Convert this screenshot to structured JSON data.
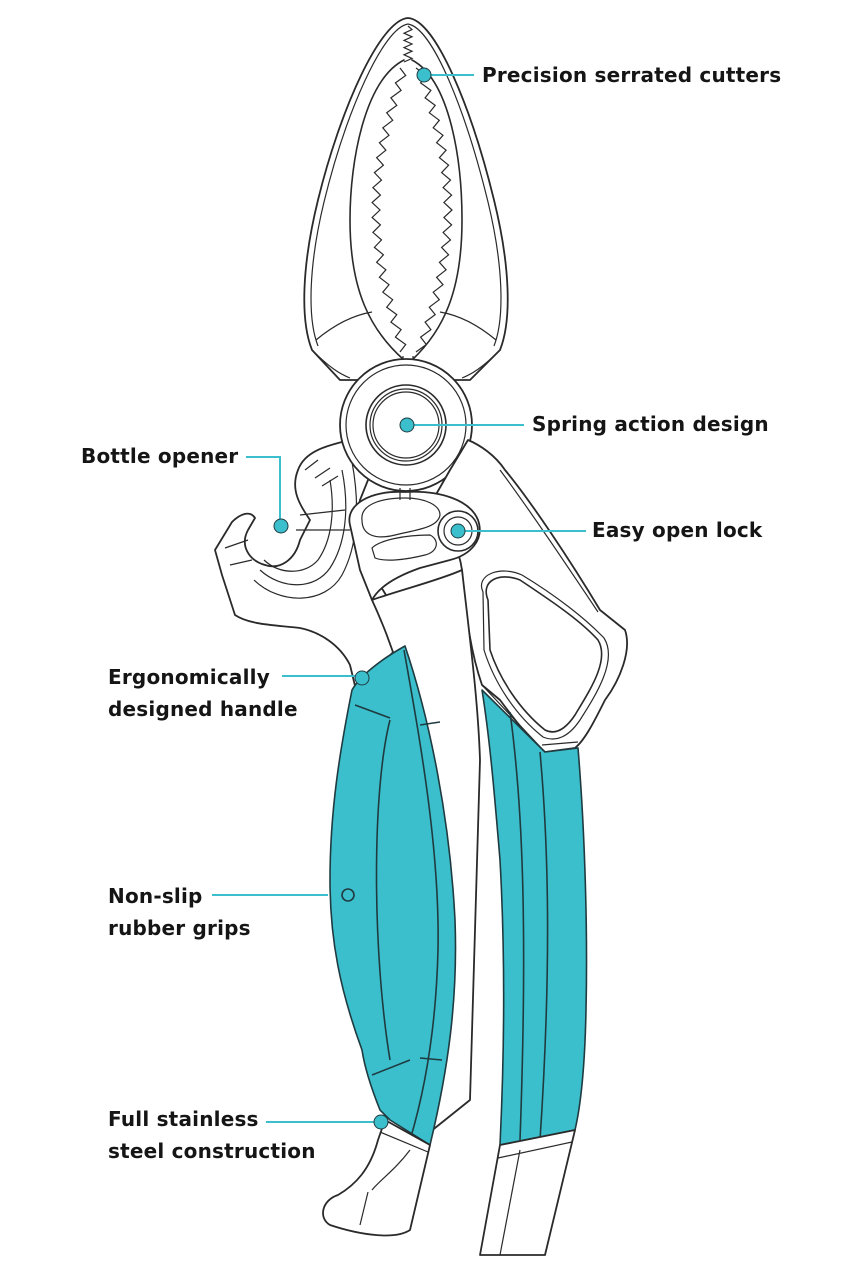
{
  "diagram": {
    "subject": "Multi-function shears with bottle opener",
    "accent_color": "#3bbfcc",
    "grip_color": "#3bbfcc",
    "line_color": "#2a2a2a",
    "text_color": "#151515",
    "callouts": [
      {
        "id": "cutters",
        "lines": [
          "Precision serrated cutters"
        ]
      },
      {
        "id": "spring",
        "lines": [
          "Spring action design"
        ]
      },
      {
        "id": "bottle-opener",
        "lines": [
          "Bottle opener"
        ]
      },
      {
        "id": "lock",
        "lines": [
          "Easy open lock"
        ]
      },
      {
        "id": "handle",
        "lines": [
          "Ergonomically",
          "designed handle"
        ]
      },
      {
        "id": "grips",
        "lines": [
          "Non-slip",
          "rubber grips"
        ]
      },
      {
        "id": "steel",
        "lines": [
          "Full stainless",
          "steel construction"
        ]
      }
    ]
  }
}
